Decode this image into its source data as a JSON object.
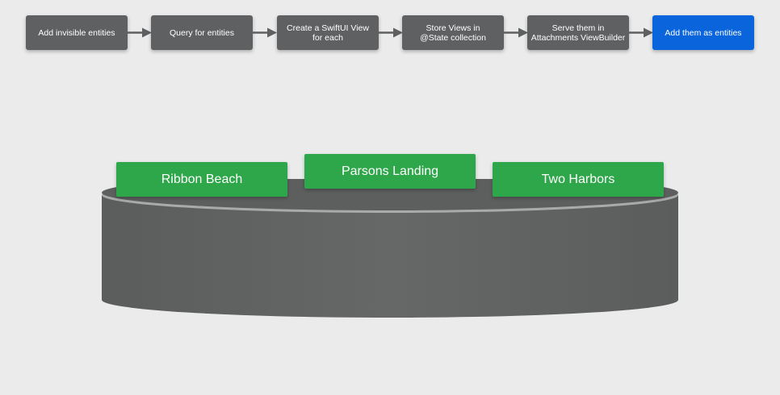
{
  "flow": {
    "steps": [
      {
        "label": "Add invisible entities"
      },
      {
        "label": "Query for entities"
      },
      {
        "label": "Create a SwiftUI View\nfor each"
      },
      {
        "label": "Store Views in\n@State collection"
      },
      {
        "label": "Serve them in\nAttachments ViewBuilder"
      },
      {
        "label": "Add them as entities"
      }
    ],
    "active_step": 6
  },
  "scene": {
    "cards": [
      {
        "label": "Ribbon Beach"
      },
      {
        "label": "Parsons Landing"
      },
      {
        "label": "Two Harbors"
      }
    ]
  },
  "colors": {
    "background": "#ebebeb",
    "step": "#5f6061",
    "step_active": "#0a64dc",
    "card": "#2ea64a",
    "platform": "#606262"
  }
}
